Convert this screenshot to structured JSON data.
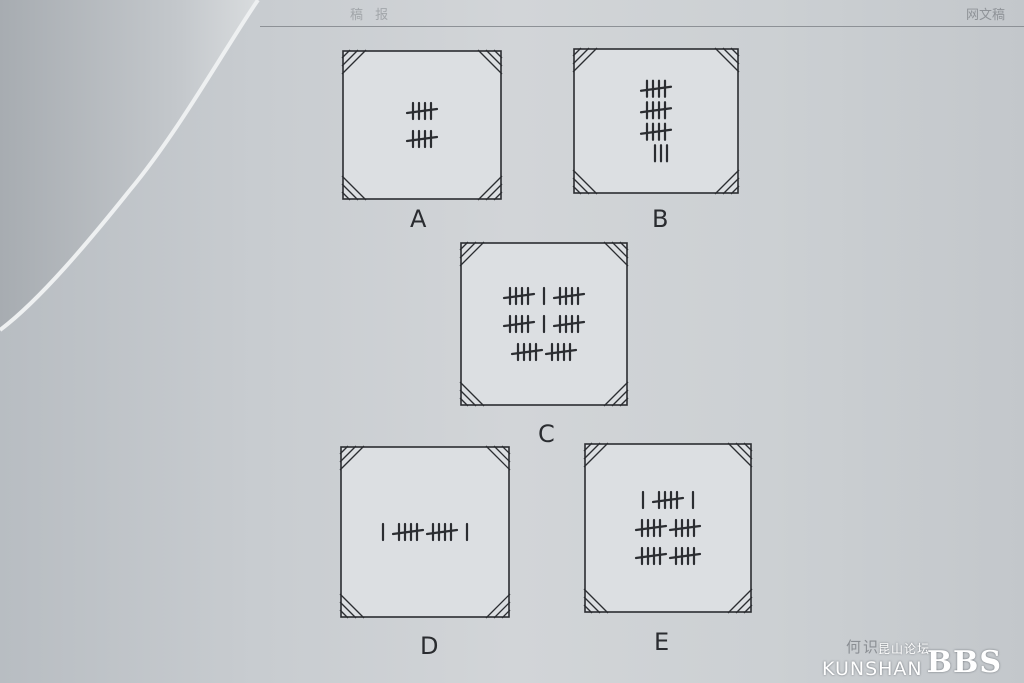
{
  "header": {
    "left_text": "稿 报",
    "right_text": "网文稿"
  },
  "panels": [
    {
      "label": "A",
      "rows": [
        [
          4
        ],
        [
          4
        ]
      ]
    },
    {
      "label": "B",
      "rows": [
        [
          4
        ],
        [
          4
        ],
        [
          4
        ],
        [
          0,
          3
        ]
      ]
    },
    {
      "label": "C",
      "rows": [
        [
          4,
          1,
          4
        ],
        [
          4,
          1,
          4
        ],
        [
          4,
          4
        ]
      ]
    },
    {
      "label": "D",
      "rows": [
        [
          1,
          4,
          4,
          1
        ]
      ]
    },
    {
      "label": "E",
      "rows": [
        [
          1,
          4,
          1
        ],
        [
          4,
          4
        ],
        [
          4,
          4
        ]
      ]
    }
  ],
  "footer": {
    "text": "何识"
  },
  "watermark": {
    "site_cn": "昆山论坛",
    "site": "KUNSHAN",
    "bbs": "BBS"
  }
}
